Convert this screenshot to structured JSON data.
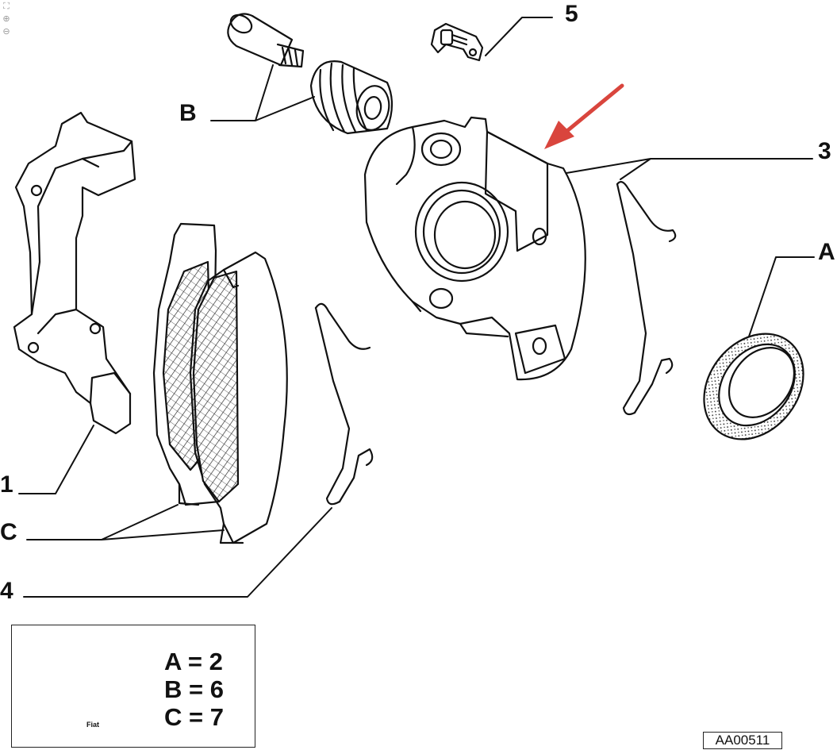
{
  "viewer_tools": [
    {
      "name": "fit-icon",
      "glyph": "⛶"
    },
    {
      "name": "zoom-in-icon",
      "glyph": "⊕"
    },
    {
      "name": "zoom-out-icon",
      "glyph": "⊖"
    }
  ],
  "callouts": {
    "label_5": "5",
    "label_B": "B",
    "label_3": "3",
    "label_A": "A",
    "label_1": "1",
    "label_C": "C",
    "label_4": "4"
  },
  "legend": {
    "line_a": "A = 2",
    "line_b": "B = 6",
    "line_c": "C = 7",
    "tube_text": "Fiat",
    "box_text": "Fiat"
  },
  "reference_code": "AA00511",
  "colors": {
    "ink": "#111111",
    "arrow": "#d9453d",
    "paper": "#ffffff"
  }
}
